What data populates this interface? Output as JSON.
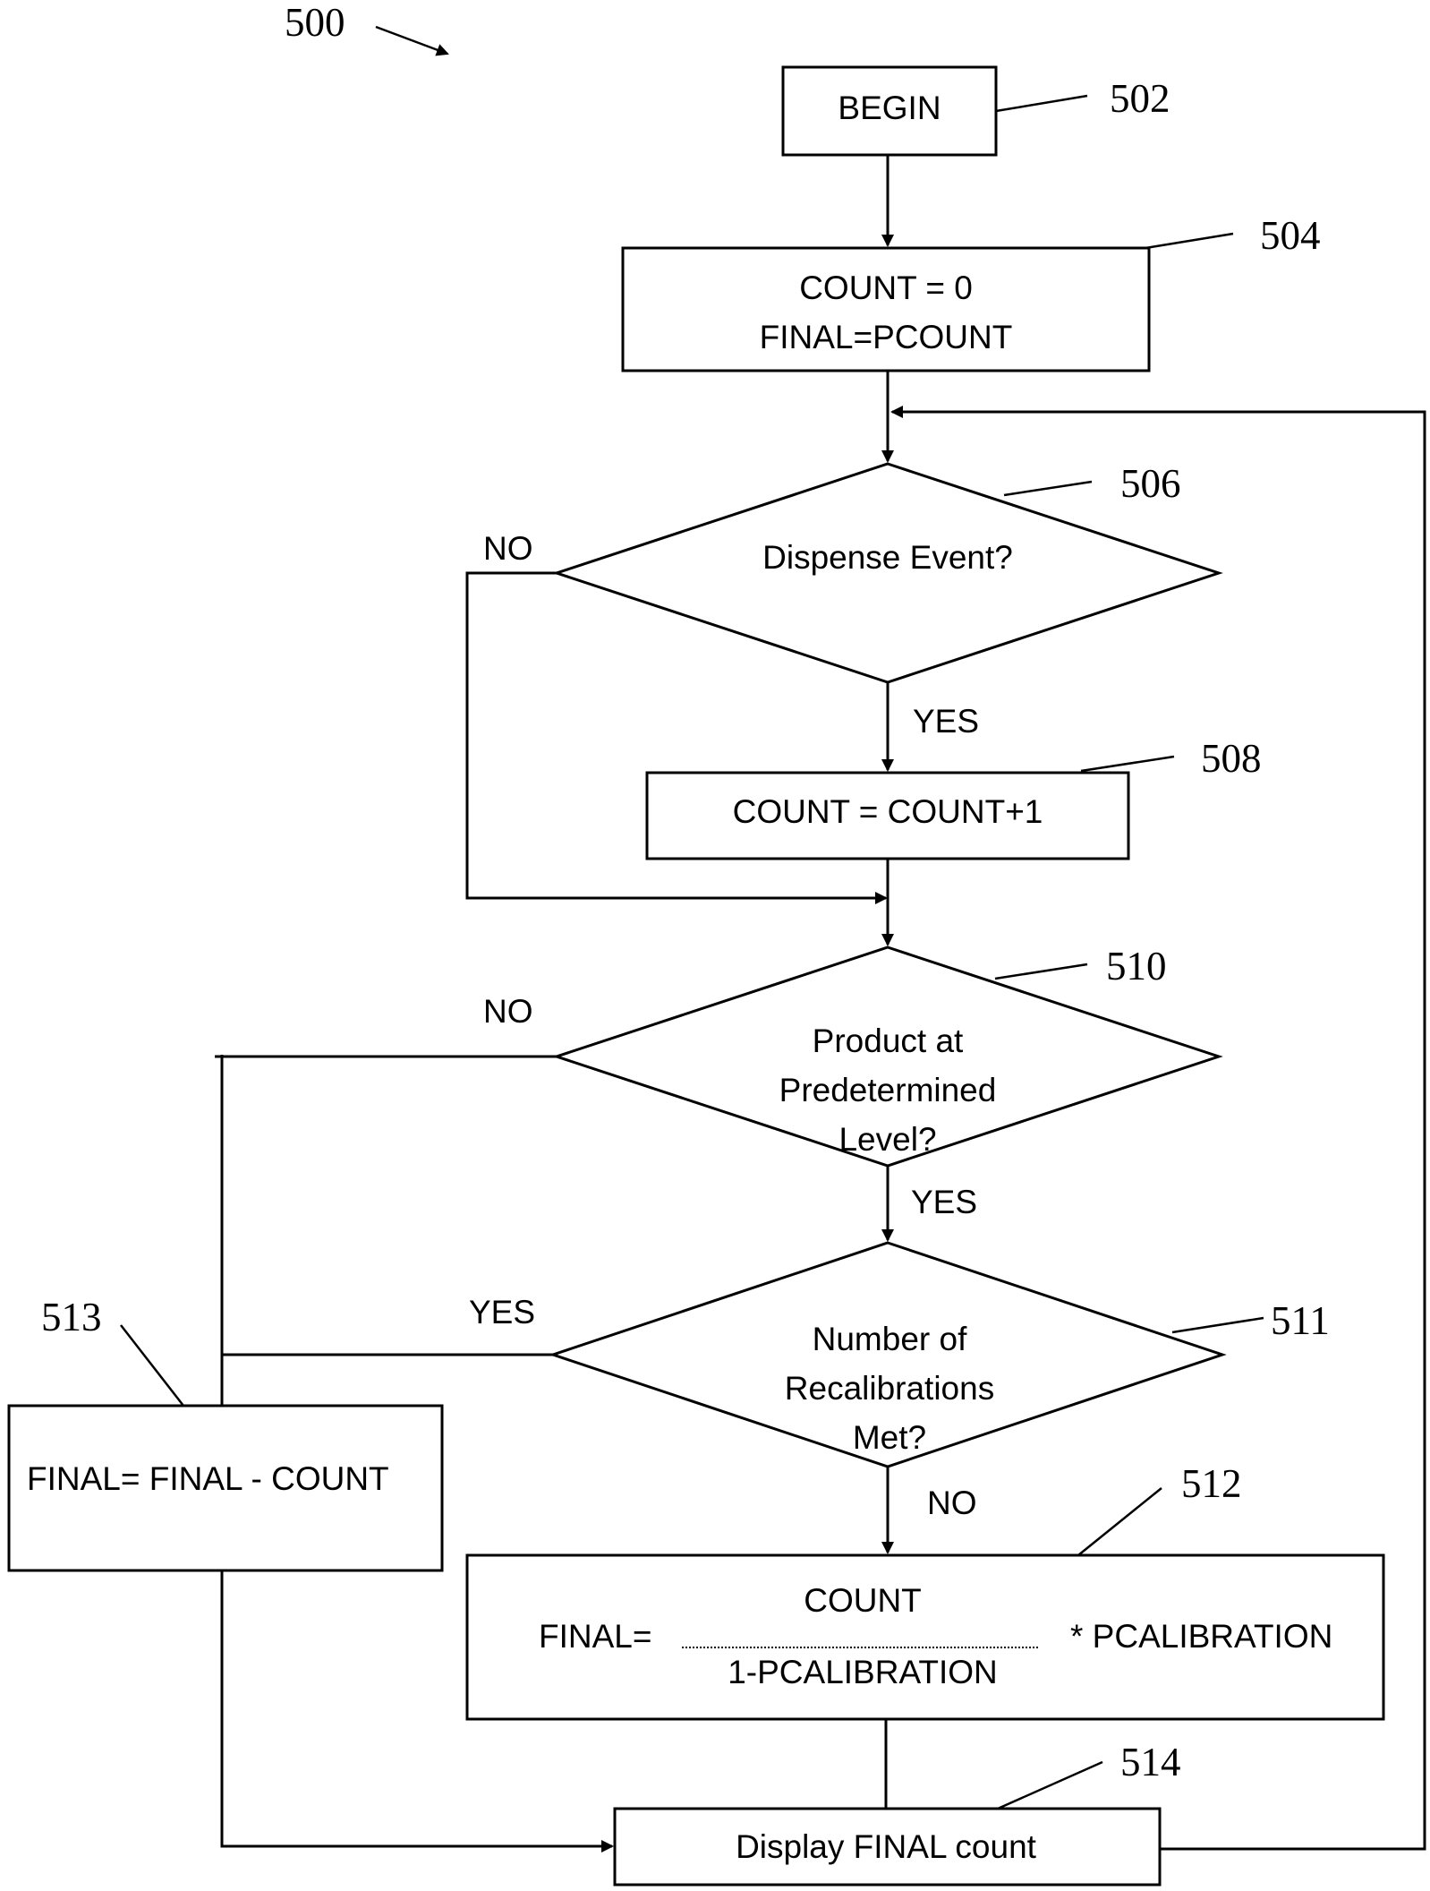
{
  "figure": {
    "number": "500"
  },
  "nodes": {
    "begin": {
      "ref": "502",
      "lines": [
        "BEGIN"
      ]
    },
    "init": {
      "ref": "504",
      "lines": [
        "COUNT = 0",
        "FINAL=PCOUNT"
      ]
    },
    "dispense": {
      "ref": "506",
      "lines": [
        "Dispense Event?"
      ]
    },
    "increment": {
      "ref": "508",
      "lines": [
        "COUNT = COUNT+1"
      ]
    },
    "level": {
      "ref": "510",
      "lines": [
        "Product at",
        "Predetermined",
        "Level?"
      ]
    },
    "recal": {
      "ref": "511",
      "lines": [
        "Number of",
        "Recalibrations",
        "Met?"
      ]
    },
    "calc": {
      "ref": "512",
      "prefix": "FINAL=",
      "numerator": "COUNT",
      "denominator": "1-PCALIBRATION",
      "suffix": "* PCALIBRATION"
    },
    "subtract": {
      "ref": "513",
      "lines": [
        "FINAL= FINAL - COUNT"
      ]
    },
    "display": {
      "ref": "514",
      "lines": [
        "Display FINAL count"
      ]
    }
  },
  "edges": {
    "dispense_no": "NO",
    "dispense_yes": "YES",
    "level_no": "NO",
    "level_yes": "YES",
    "recal_yes": "YES",
    "recal_no": "NO"
  }
}
